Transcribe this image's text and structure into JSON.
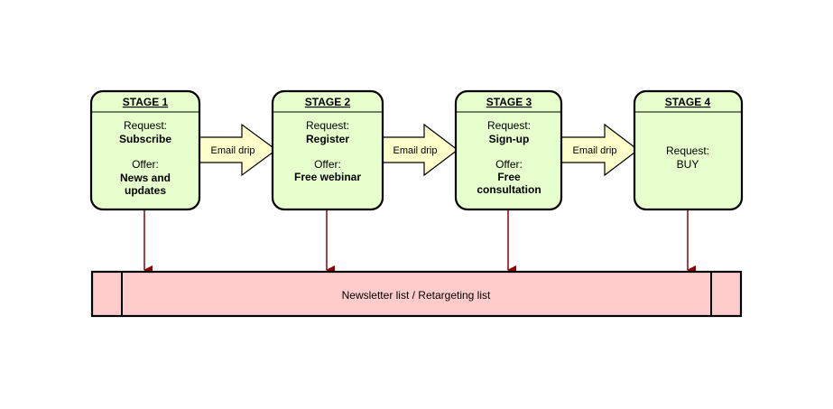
{
  "colors": {
    "stage_fill": "#e6ffcc",
    "stage_stroke": "#000000",
    "arrow_fill": "#ffffcc",
    "arrow_stroke": "#000000",
    "list_fill": "#ffcccc",
    "list_stroke": "#000000",
    "connector": "#8b0000"
  },
  "stages": [
    {
      "title": "STAGE 1",
      "request_label": "Request:",
      "request_lines": [
        "Subscribe"
      ],
      "offer_label": "Offer:",
      "offer_lines": [
        "News and",
        "updates"
      ]
    },
    {
      "title": "STAGE 2",
      "request_label": "Request:",
      "request_lines": [
        "Register"
      ],
      "offer_label": "Offer:",
      "offer_lines": [
        "Free webinar"
      ]
    },
    {
      "title": "STAGE 3",
      "request_label": "Request:",
      "request_lines": [
        "Sign-up"
      ],
      "offer_label": "Offer:",
      "offer_lines": [
        "Free",
        "consultation"
      ]
    },
    {
      "title": "STAGE 4",
      "request_label": "Request:",
      "request_lines": [
        "BUY"
      ],
      "offer_label": "",
      "offer_lines": []
    }
  ],
  "arrows": [
    {
      "label": "Email drip"
    },
    {
      "label": "Email drip"
    },
    {
      "label": "Email drip"
    }
  ],
  "list": {
    "label": "Newsletter list / Retargeting list"
  }
}
